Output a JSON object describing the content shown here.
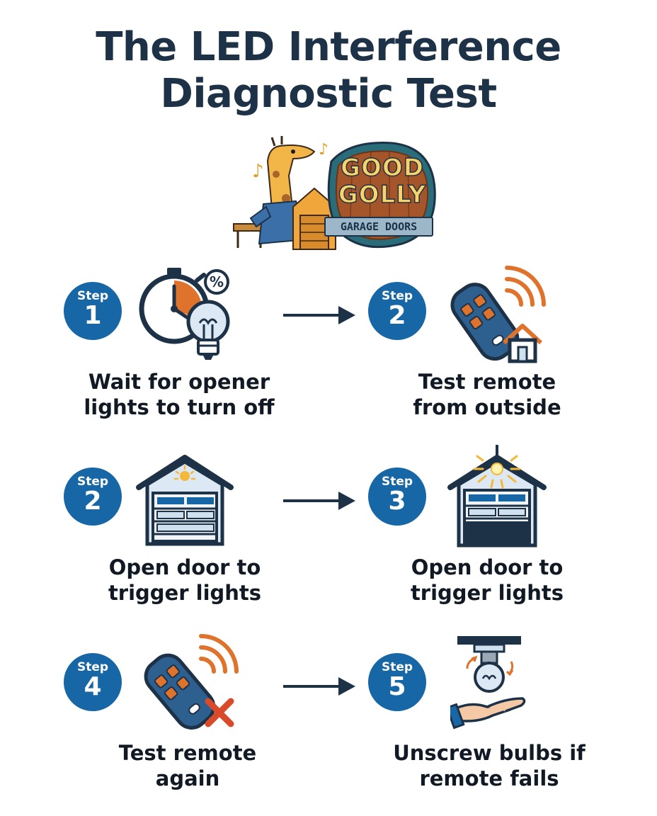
{
  "title": [
    "The LED Interference",
    "Diagnostic Test"
  ],
  "logo": {
    "line1": "GOOD",
    "line2": "GOLLY",
    "subtitle": "GARAGE DOORS",
    "mascot": "giraffe-mascot"
  },
  "colors": {
    "navy": "#1d3147",
    "blue": "#1766a6",
    "orange": "#e0732c",
    "red": "#d94a2b",
    "light_blue": "#cfe0ef"
  },
  "steps": [
    {
      "label": "Step",
      "number": "1",
      "caption": [
        "Wait for opener",
        "lights to turn off"
      ],
      "icon": "stopwatch-bulb-icon"
    },
    {
      "label": "Step",
      "number": "2",
      "caption": [
        "Test remote",
        "from outside"
      ],
      "icon": "remote-house-icon"
    },
    {
      "label": "Step",
      "number": "2",
      "caption": [
        "Open door to",
        "trigger lights"
      ],
      "icon": "garage-closed-icon"
    },
    {
      "label": "Step",
      "number": "3",
      "caption": [
        "Open door to",
        "trigger lights"
      ],
      "icon": "garage-lit-icon"
    },
    {
      "label": "Step",
      "number": "4",
      "caption": [
        "Test remote",
        "again"
      ],
      "icon": "remote-fail-icon"
    },
    {
      "label": "Step",
      "number": "5",
      "caption": [
        "Unscrew bulbs if",
        "remote fails"
      ],
      "icon": "unscrew-bulb-icon"
    }
  ]
}
